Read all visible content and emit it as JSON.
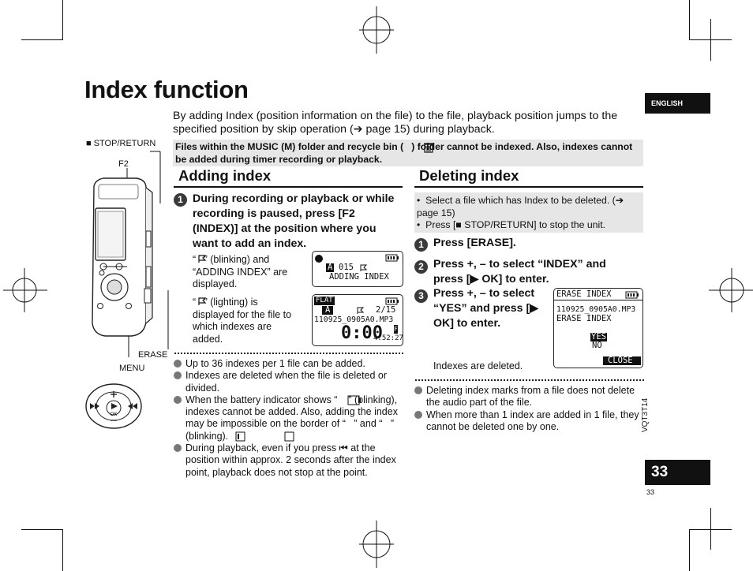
{
  "page": {
    "title": "Index function",
    "intro": "By adding Index (position information on the file) to the file, playback position jumps to the specified position by skip operation (➔ page 15) during playback.",
    "note": "Files within the MUSIC (M) folder and recycle bin (   ) folder cannot be indexed. Also, indexes cannot be added during timer recording or playback.",
    "language_tab": "ENGLISH",
    "page_number_tab": "33",
    "page_number_small": "33",
    "doc_code": "VQT3T14"
  },
  "device_labels": {
    "stop_return": "■ STOP/RETURN",
    "f2": "F2",
    "erase": "ERASE",
    "menu": "MENU",
    "ok": "OK",
    "plus": "+",
    "minus": "–"
  },
  "adding": {
    "heading": "Adding index",
    "step1": "During recording or playback or while recording is paused, press [F2 (INDEX)] at the position where you want to add an index.",
    "desc1": "“   ” (blinking) and “ADDING INDEX” are displayed.",
    "desc2": "“   ” (lighting) is displayed for the file to which indexes are added.",
    "lcd1": {
      "line1": "015",
      "line2": "ADDING INDEX",
      "folder": "A"
    },
    "lcd2": {
      "badge": "FLAT",
      "folder": "A",
      "count": "2/15",
      "file": "110925_0905A0.MP3",
      "time": "0:00",
      "length": "4:52:27",
      "icon": "F"
    },
    "notes": [
      "Up to 36 indexes per 1 file can be added.",
      "Indexes are deleted when the file is deleted or divided.",
      "When the battery indicator shows “    ” (blinking), indexes cannot be added. Also, adding the index may be impossible on the border of “   ” and “   ” (blinking).",
      "During playback, even if you press ⏮ at the position within approx. 2 seconds after the index point, playback does not stop at the point."
    ]
  },
  "deleting": {
    "heading": "Deleting index",
    "pre1": "Select a file which has Index to be deleted. (➔ page 15)",
    "pre2": "Press [■ STOP/RETURN] to stop the unit.",
    "step1": "Press [ERASE].",
    "step2": "Press +, – to select “INDEX” and press [▶ OK] to enter.",
    "step3": "Press +, – to select “YES” and press [▶ OK] to enter.",
    "result": "Indexes are deleted.",
    "lcd": {
      "title": "ERASE INDEX",
      "file": "110925_0905A0.MP3",
      "line": "ERASE INDEX",
      "yes": "YES",
      "no": "NO",
      "close": "CLOSE"
    },
    "notes": [
      "Deleting index marks from a file does not delete the audio part of the file.",
      "When more than 1 index are added in 1 file, they cannot be deleted one by one."
    ]
  },
  "step_numbers": [
    "1",
    "2",
    "3"
  ]
}
